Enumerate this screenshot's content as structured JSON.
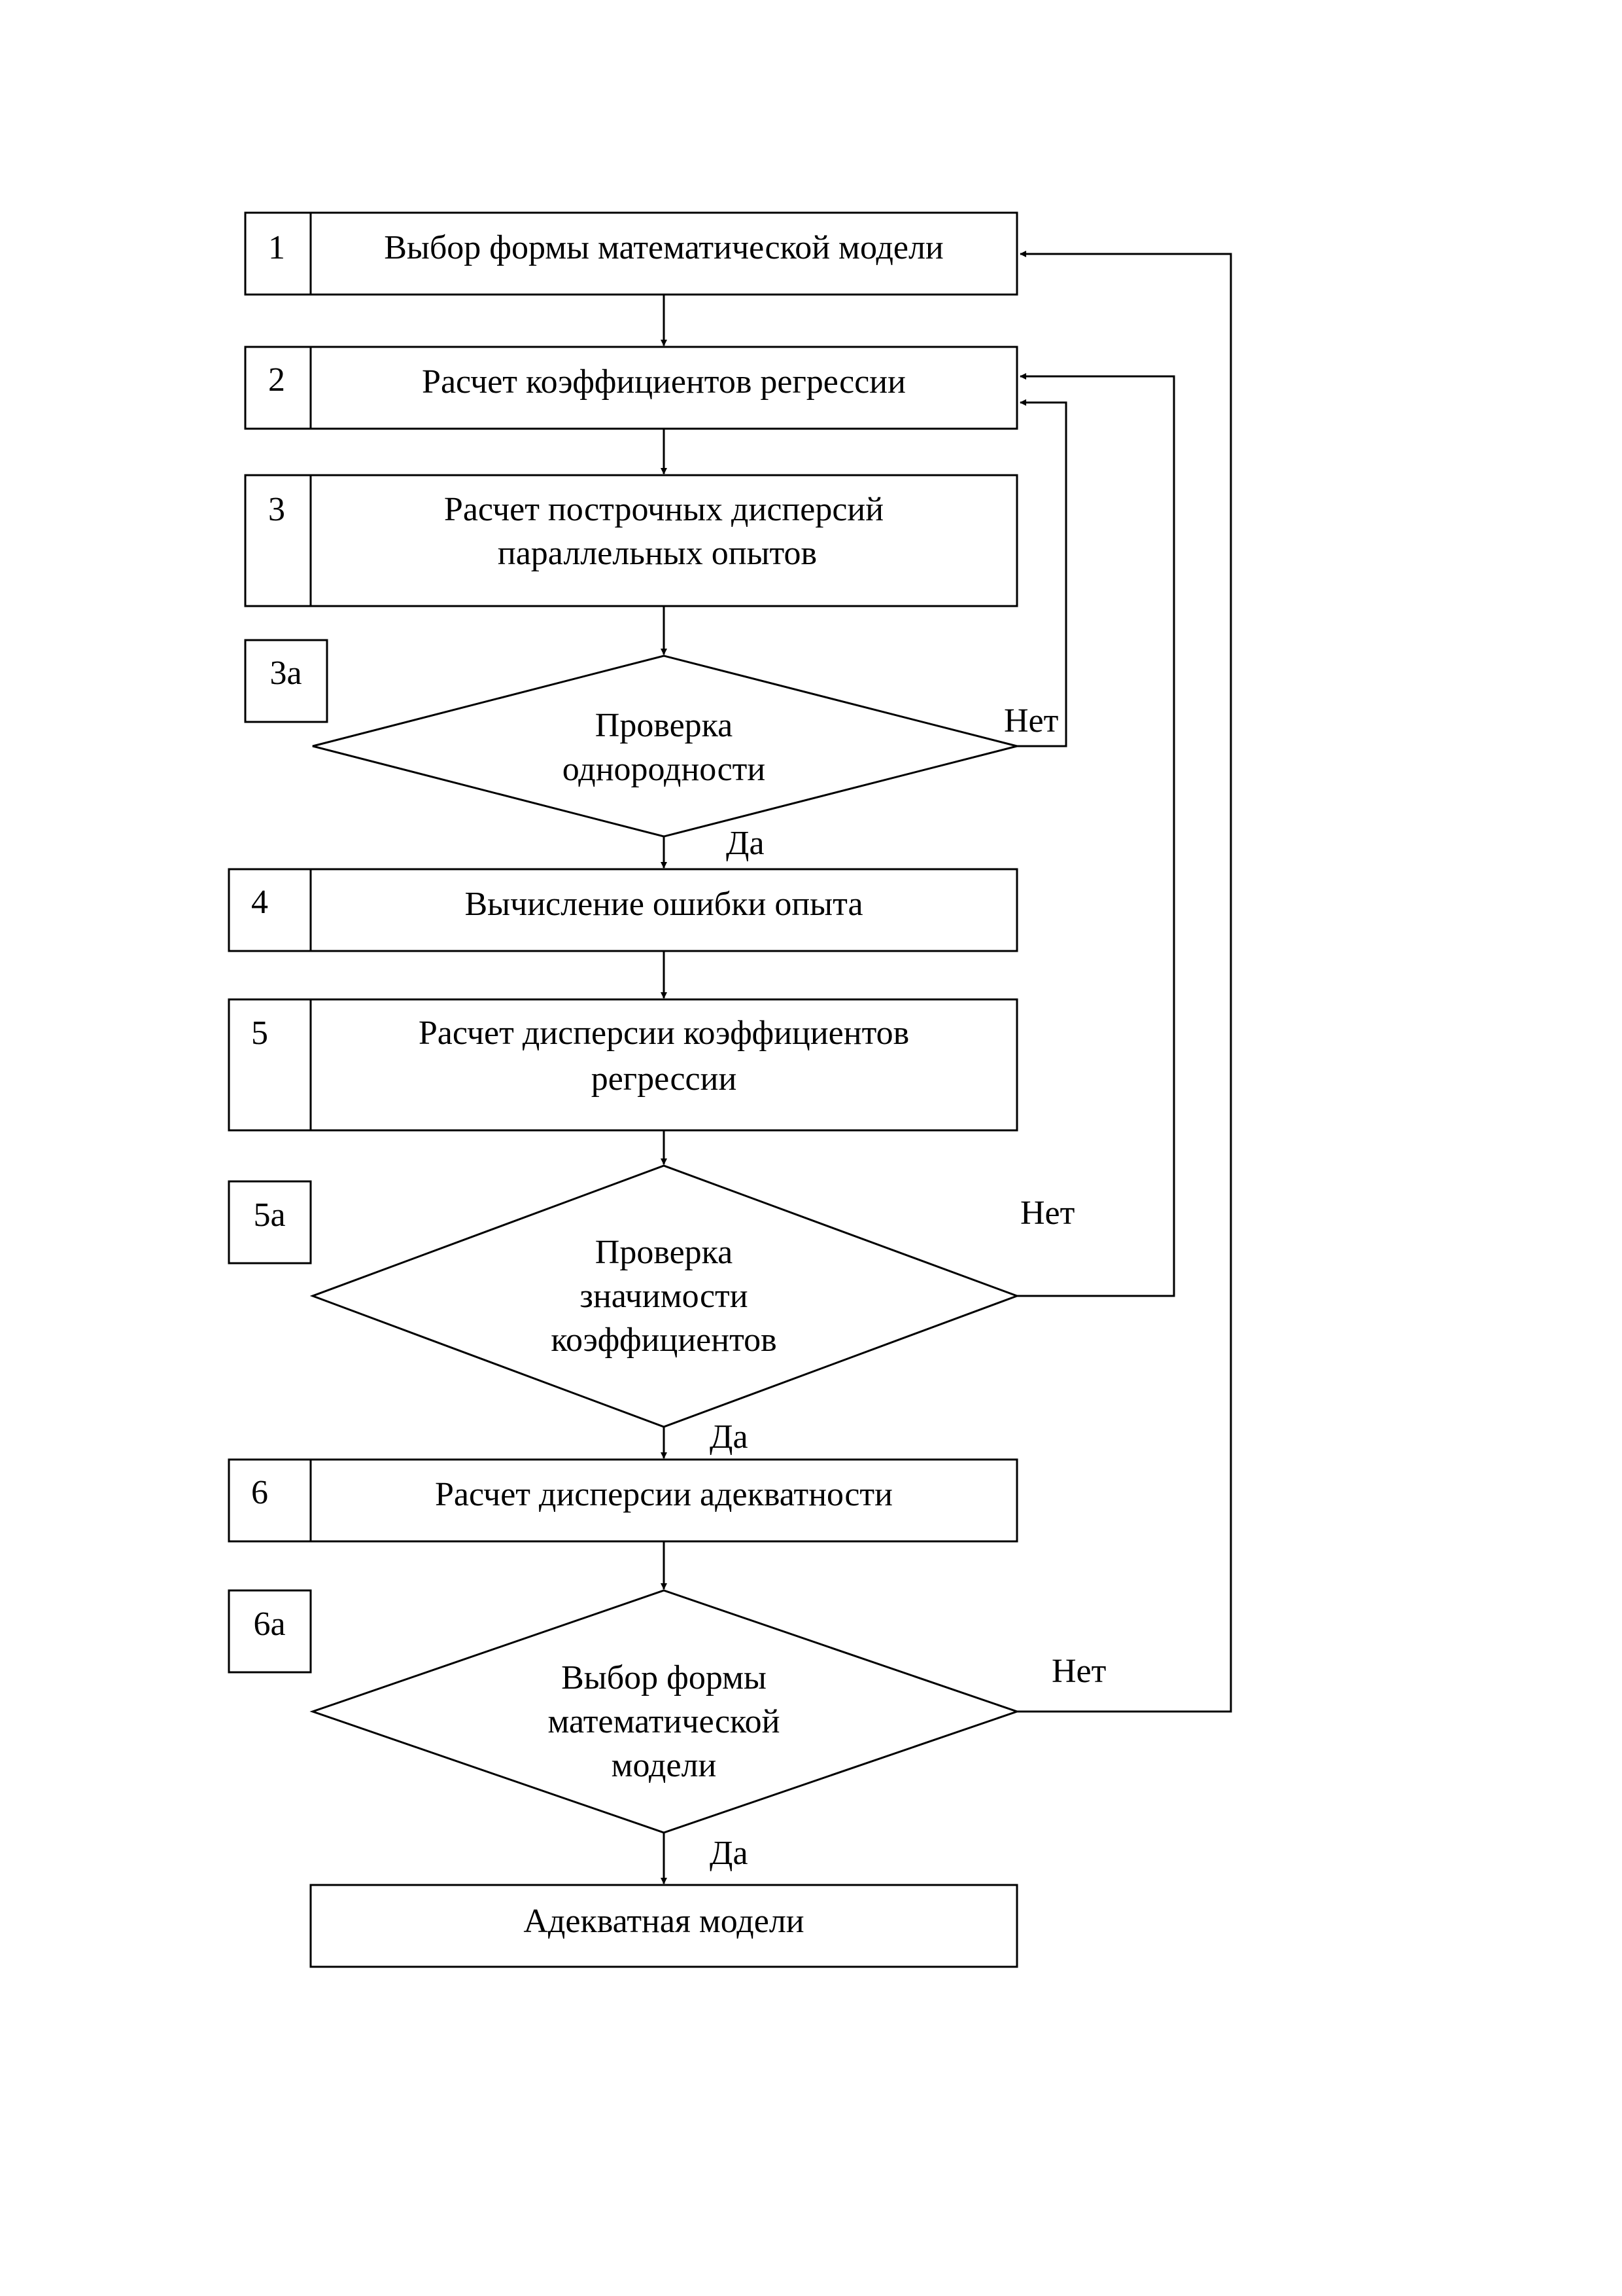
{
  "blocks": {
    "b1": {
      "num": "1",
      "text": "Выбор формы математической модели"
    },
    "b2": {
      "num": "2",
      "text": "Расчет коэффициентов регрессии"
    },
    "b3": {
      "num": "3",
      "line1": "Расчет построчных дисперсий",
      "line2": "параллельных опытов"
    },
    "d3a": {
      "num": "3а",
      "line1": "Проверка",
      "line2": "однородности"
    },
    "b4": {
      "num": "4",
      "text": "Вычисление ошибки опыта"
    },
    "b5": {
      "num": "5",
      "line1": "Расчет дисперсии коэффициентов",
      "line2": "регрессии"
    },
    "d5a": {
      "num": "5а",
      "line1": "Проверка",
      "line2": "значимости",
      "line3": "коэффициентов"
    },
    "b6": {
      "num": "6",
      "text": "Расчет дисперсии адекватности"
    },
    "d6a": {
      "num": "6а",
      "line1": "Выбор формы",
      "line2": "математической",
      "line3": "модели"
    },
    "end": {
      "text": "Адекватная модели"
    }
  },
  "labels": {
    "no": "Нет",
    "yes": "Да"
  }
}
